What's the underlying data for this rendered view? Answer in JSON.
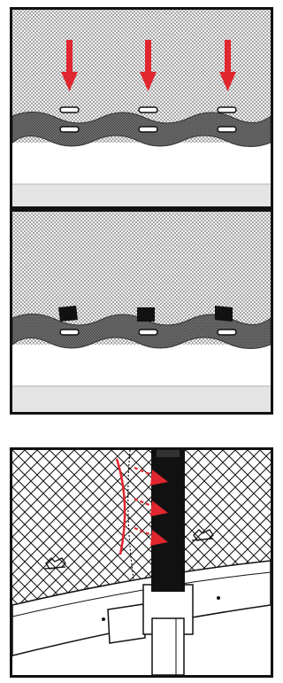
{
  "colors": {
    "frame": "#111111",
    "arrow": "#e0262e",
    "mesh": "#8a8a8a",
    "band": "#5a5a5a",
    "pole": "#111111"
  },
  "panels": [
    {
      "name": "step-1-insert-clips",
      "icons": [
        "down-arrow-icon",
        "slot-icon"
      ]
    },
    {
      "name": "step-2-clips-attached",
      "icons": [
        "clip-icon",
        "slot-icon"
      ]
    },
    {
      "name": "step-3-net-to-pole",
      "icons": [
        "right-arrow-icon",
        "clip-icon",
        "pole-icon"
      ]
    }
  ]
}
